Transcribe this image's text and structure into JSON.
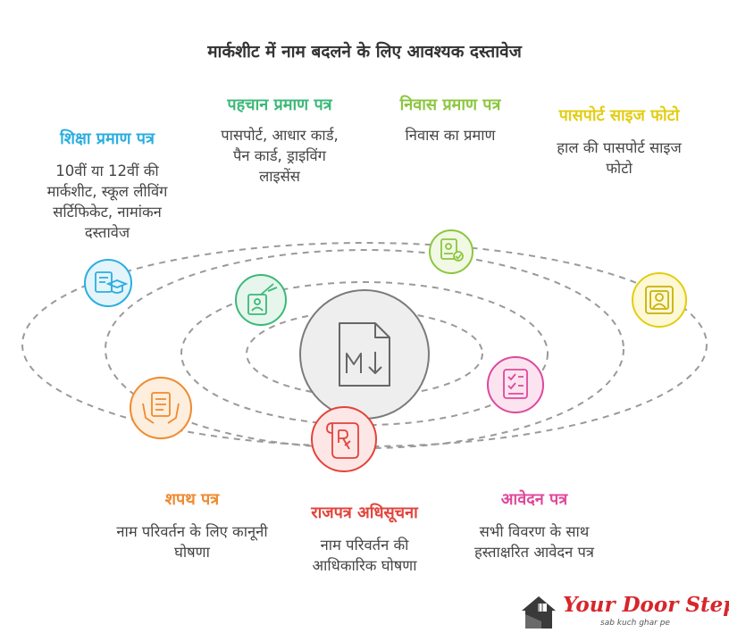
{
  "title": "मार्कशीट में नाम बदलने के लिए आवश्यक दस्तावेज",
  "center_icon": "markdown-file-icon",
  "items": [
    {
      "key": "education",
      "heading": "शिक्षा प्रमाण पत्र",
      "desc": "10वीं या 12वीं की मार्कशीट, स्कूल लीविंग सर्टिफिकेट, नामांकन दस्तावेज",
      "color": "#2aaee0",
      "icon": "graduation-certificate-icon"
    },
    {
      "key": "identity",
      "heading": "पहचान प्रमाण पत्र",
      "desc": "पासपोर्ट, आधार कार्ड, पैन कार्ड, ड्राइविंग लाइसेंस",
      "color": "#3cb878",
      "icon": "id-card-icon"
    },
    {
      "key": "residence",
      "heading": "निवास प्रमाण पत्र",
      "desc": "निवास का प्रमाण",
      "color": "#8cc63f",
      "icon": "verified-document-icon"
    },
    {
      "key": "photo",
      "heading": "पासपोर्ट साइज फोटो",
      "desc": "हाल की पासपोर्ट साइज फोटो",
      "color": "#e3cd12",
      "icon": "portrait-photo-icon"
    },
    {
      "key": "affidavit",
      "heading": "शपथ पत्र",
      "desc": "नाम परिवर्तन के लिए कानूनी घोषणा",
      "color": "#ef8a2f",
      "icon": "document-hands-icon"
    },
    {
      "key": "gazette",
      "heading": "राजपत्र अधिसूचना",
      "desc": "नाम परिवर्तन की आधिकारिक घोषणा",
      "color": "#e3433b",
      "icon": "scroll-icon"
    },
    {
      "key": "application",
      "heading": "आवेदन पत्र",
      "desc": "सभी विवरण के साथ हस्ताक्षरित आवेदन पत्र",
      "color": "#e0489b",
      "icon": "checklist-form-icon"
    }
  ],
  "logo": {
    "text": "Your Door Step",
    "tagline": "sab kuch ghar pe"
  }
}
